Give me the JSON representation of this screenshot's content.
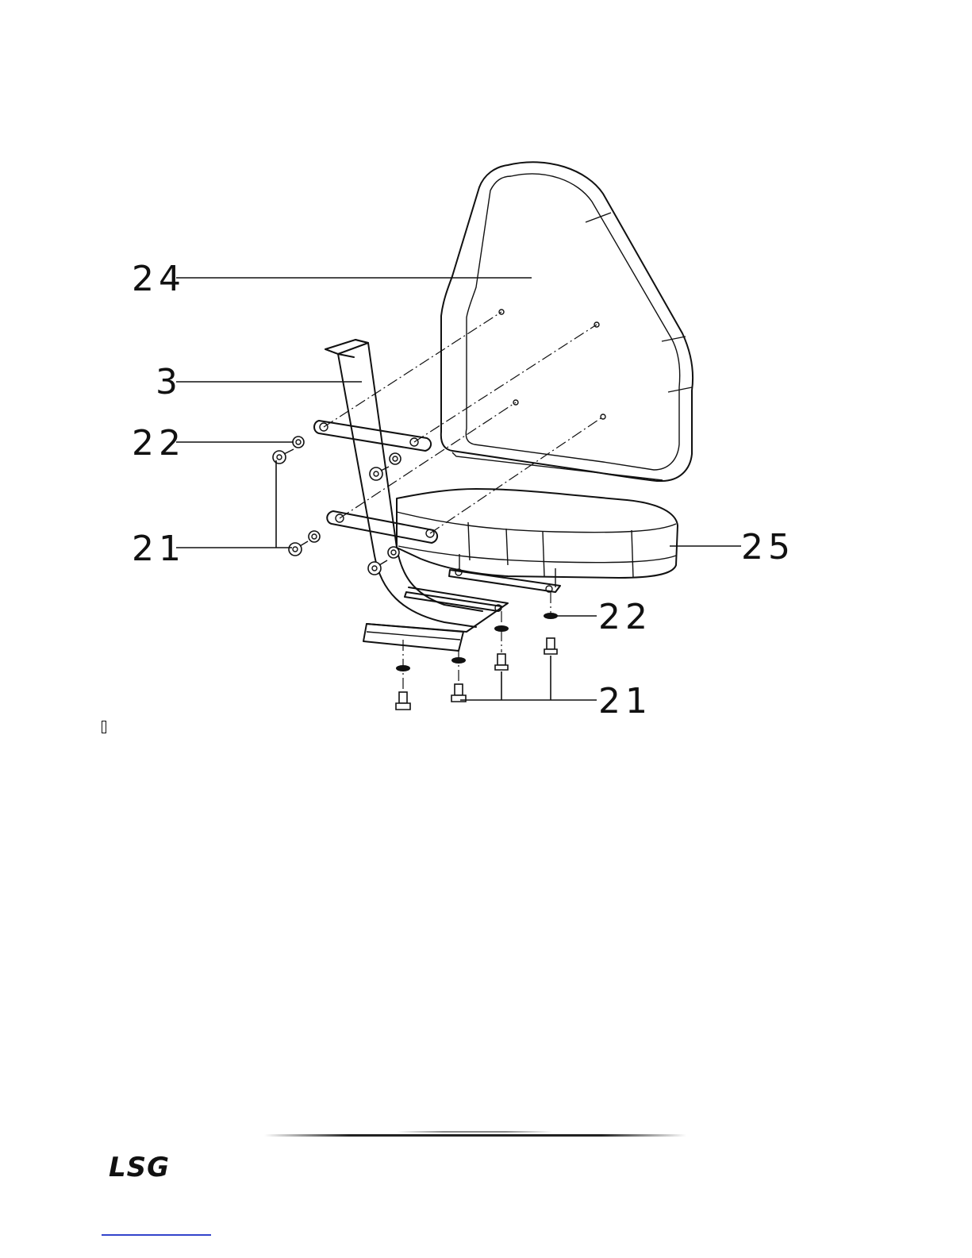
{
  "diagram": {
    "callouts": {
      "backrest": "24",
      "frame": "3",
      "washer_upper": "22",
      "bolt_upper": "21",
      "seat": "25",
      "washer_lower": "22",
      "bolt_lower": "21"
    }
  },
  "footer": {
    "brand": "LSG"
  }
}
